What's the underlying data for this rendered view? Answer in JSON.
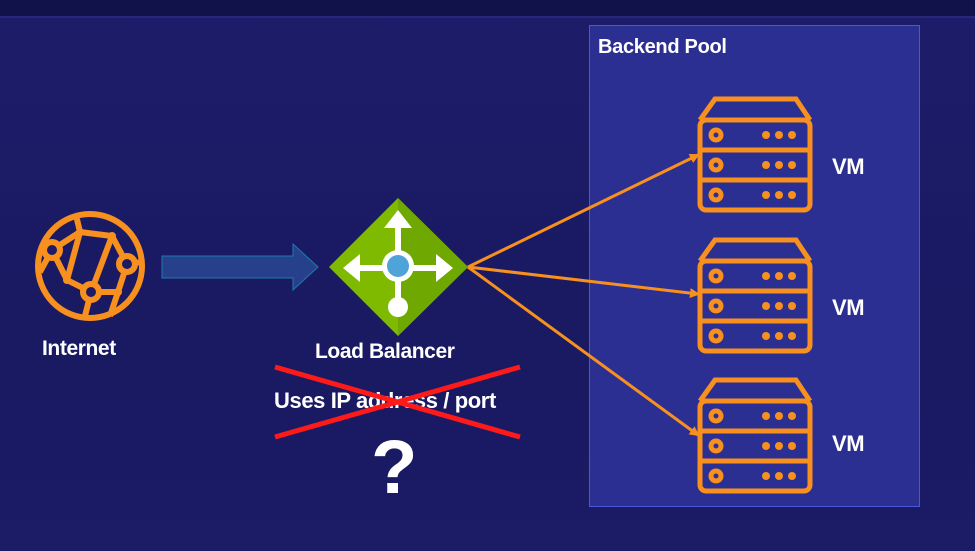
{
  "internet": {
    "label": "Internet"
  },
  "load_balancer": {
    "label": "Load Balancer",
    "crossed_out_note": "Uses IP address / port",
    "question": "?"
  },
  "backend_pool": {
    "title": "Backend Pool",
    "vms": [
      {
        "label": "VM"
      },
      {
        "label": "VM"
      },
      {
        "label": "VM"
      }
    ]
  },
  "colors": {
    "background": "#1b1b66",
    "pool_fill": "#2c2f92",
    "pool_border": "#4b57d6",
    "orange": "#f7901e",
    "lb_green": "#7fba00",
    "lb_green_dark": "#5e9400",
    "lb_center": "#4ea3d8",
    "cross_red": "#ff1a1a",
    "flow_arrow": "#27408c"
  }
}
